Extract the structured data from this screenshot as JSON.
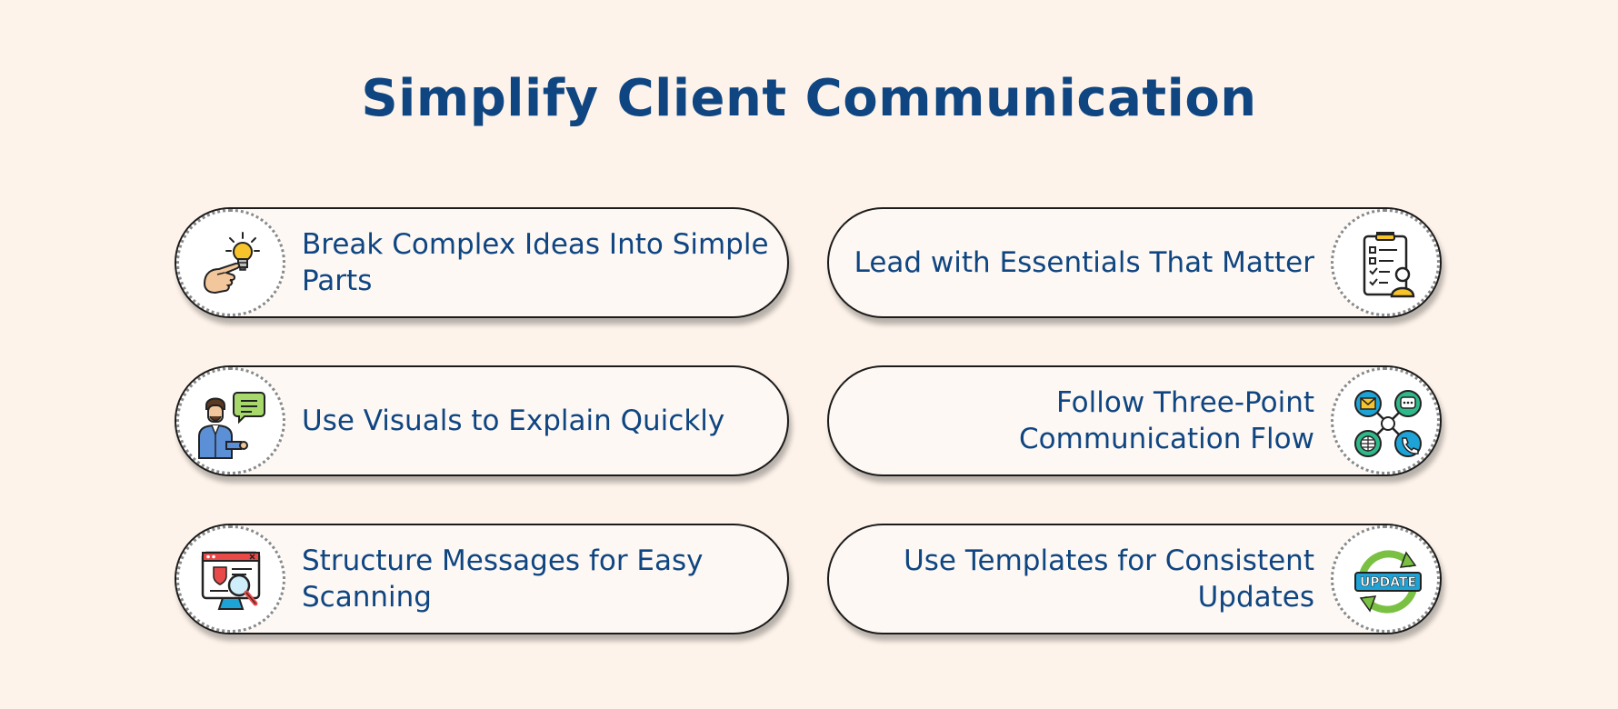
{
  "title": "Simplify Client Communication",
  "items": [
    {
      "label": "Break Complex Ideas Into Simple Parts",
      "icon": "finger-lightbulb-icon",
      "side": "left"
    },
    {
      "label": "Lead with Essentials That Matter",
      "icon": "checklist-clipboard-icon",
      "side": "right"
    },
    {
      "label": "Use Visuals to Explain Quickly",
      "icon": "presenter-speech-bubble-icon",
      "side": "left"
    },
    {
      "label": "Follow Three-Point Communication Flow",
      "icon": "communication-channels-icon",
      "side": "right"
    },
    {
      "label": "Structure Messages for Easy Scanning",
      "icon": "monitor-magnifier-icon",
      "side": "left"
    },
    {
      "label": "Use Templates for Consistent Updates",
      "icon": "update-cycle-icon",
      "side": "right"
    }
  ],
  "update_badge": "UPDATE",
  "colors": {
    "background": "#fdf3ea",
    "title": "#0f4581",
    "text": "#0f4581",
    "pill_border": "#1b1b1b",
    "pill_fill": "#fdf8f4"
  }
}
